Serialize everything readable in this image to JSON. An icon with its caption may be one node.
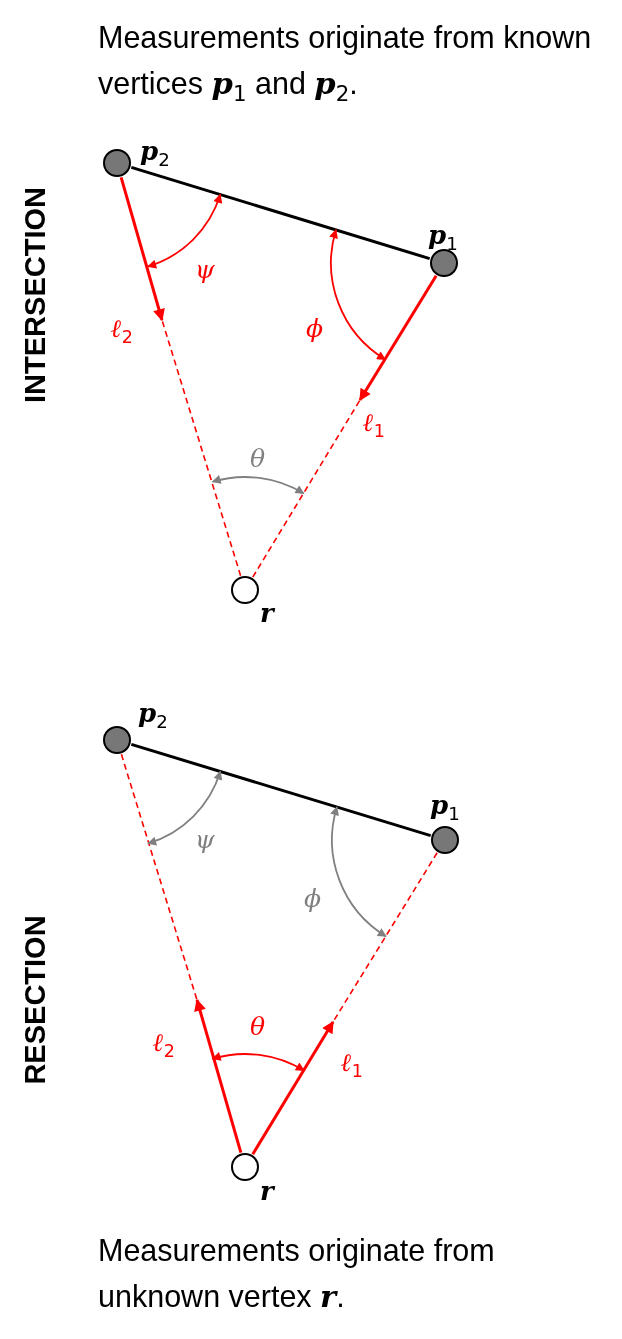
{
  "diagram": {
    "title": "Measurements originate from known vertices **p**$_{1}$ and **p**$_{2}$.",
    "caption": "Measurements originate from unknown vertex **r**.",
    "nodes": [
      {
        "text": [],
        "shape": "circle",
        "beside": [
          "**p**$_{2}$"
        ]
      },
      {
        "text": [],
        "shape": "circle",
        "beside": [
          "**p**$_{1}$"
        ]
      },
      {
        "text": [],
        "shape": "circle",
        "beside": [
          "**r**"
        ]
      },
      {
        "text": [],
        "shape": "circle",
        "beside": [
          "**p**$_{2}$"
        ]
      },
      {
        "text": [],
        "shape": "circle",
        "beside": [
          "**p**$_{1}$"
        ]
      },
      {
        "text": [],
        "shape": "circle",
        "beside": [
          "**r**"
        ]
      }
    ],
    "edges": [
      {
        "from": 0,
        "to": 1,
        "arrow": "none",
        "color": "#000000"
      },
      {
        "from": 0,
        "to": null,
        "arrow": "to",
        "label": "ℓ$_{2}$"
      },
      {
        "from": 1,
        "to": null,
        "arrow": "to",
        "label": "ℓ$_{1}$"
      },
      {
        "from": 2,
        "to": null,
        "arrow": "none",
        "style": "dashed"
      },
      {
        "from": 2,
        "to": null,
        "arrow": "none",
        "style": "dashed"
      },
      {
        "from": 3,
        "to": 4,
        "arrow": "none",
        "color": "#000000"
      },
      {
        "from": 5,
        "to": null,
        "arrow": "to",
        "label": "ℓ$_{2}$"
      },
      {
        "from": 5,
        "to": null,
        "arrow": "to",
        "label": "ℓ$_{1}$"
      },
      {
        "from": 3,
        "to": null,
        "arrow": "none",
        "style": "dashed"
      },
      {
        "from": 4,
        "to": null,
        "arrow": "none",
        "style": "dashed"
      }
    ],
    "labels": [
      "INTERSECTION",
      "ψ",
      "ϕ",
      "θ",
      "RESECTION",
      "ψ",
      "ϕ",
      "θ"
    ]
  }
}
